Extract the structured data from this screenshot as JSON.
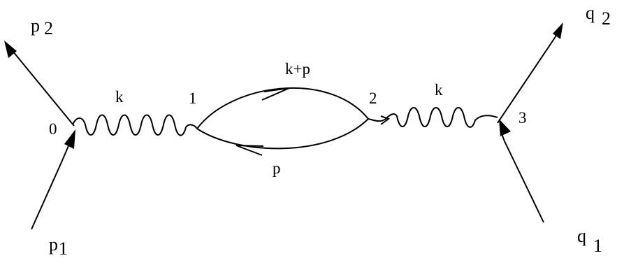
{
  "labels": {
    "p2_main": "p",
    "p2_sub": "2",
    "p1_main": "p",
    "p1_sub": "1",
    "q2_main": "q",
    "q2_sub": "2",
    "q1_main": "q",
    "q1_sub": "1",
    "vertex_0": "0",
    "vertex_1": "1",
    "vertex_2": "2",
    "vertex_3": "3",
    "photon_left": "k",
    "photon_right": "k",
    "loop_top": "k+p",
    "loop_bottom": "p"
  }
}
